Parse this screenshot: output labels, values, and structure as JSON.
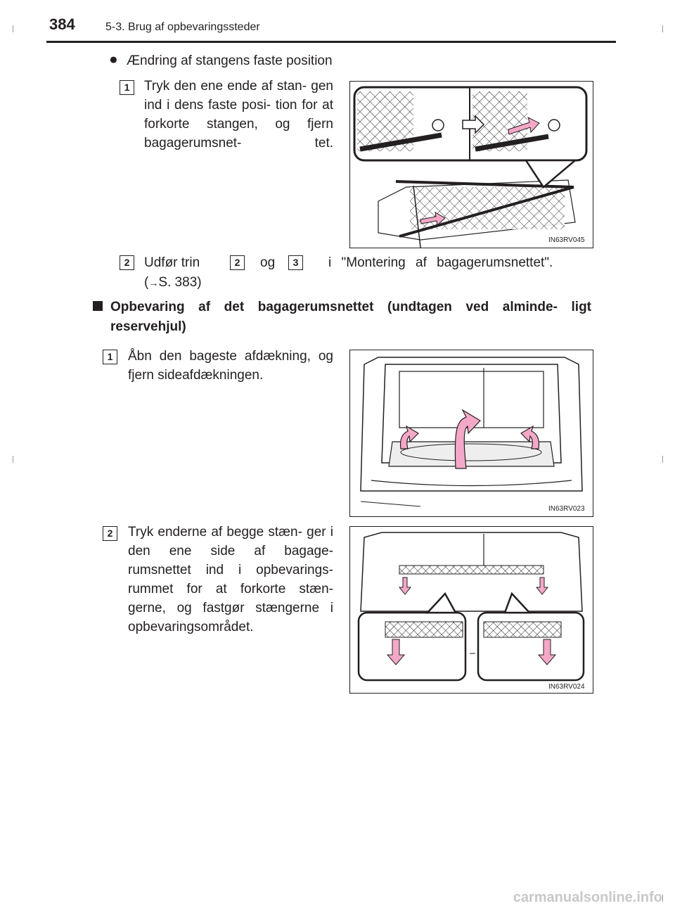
{
  "header": {
    "page_number": "384",
    "section_title": "5-3. Brug af opbevaringssteder"
  },
  "subsection": {
    "bullet": "●",
    "title": "Ændring af stangens faste position"
  },
  "steps_a": [
    {
      "num": "1",
      "text": "Tryk den ene ende af stan- gen ind i dens faste posi- tion for at forkorte stangen, og fjern bagagerumsnet- tet."
    },
    {
      "num": "2",
      "text_before": "Udfør trin",
      "ref1": "2",
      "text_mid": "og",
      "ref2": "3",
      "text_after": "i \"Montering af bagagerumsnettet\".",
      "xref_open": "(",
      "arrow": "→",
      "xref": "S. 383)"
    }
  ],
  "heading": {
    "text": "Opbevaring af det bagagerumsnettet (undtagen ved alminde- ligt reservehjul)"
  },
  "steps_b": [
    {
      "num": "1",
      "text": "Åbn den bageste afdækning, og fjern sideafdækningen."
    },
    {
      "num": "2",
      "text": "Tryk enderne af begge stæn- ger i den ene side af bagage- rumsnettet ind i opbevarings- rummet for at forkorte stæn- gerne, og fastgør stængerne i opbevaringsområdet."
    }
  ],
  "figures": {
    "fig1": "IN63RV045",
    "fig2": "IN63RV023",
    "fig3": "IN63RV024"
  },
  "watermark": "carmanualsonline.info",
  "colors": {
    "arrow_pink": "#f4a8c8",
    "line": "#231f20"
  }
}
